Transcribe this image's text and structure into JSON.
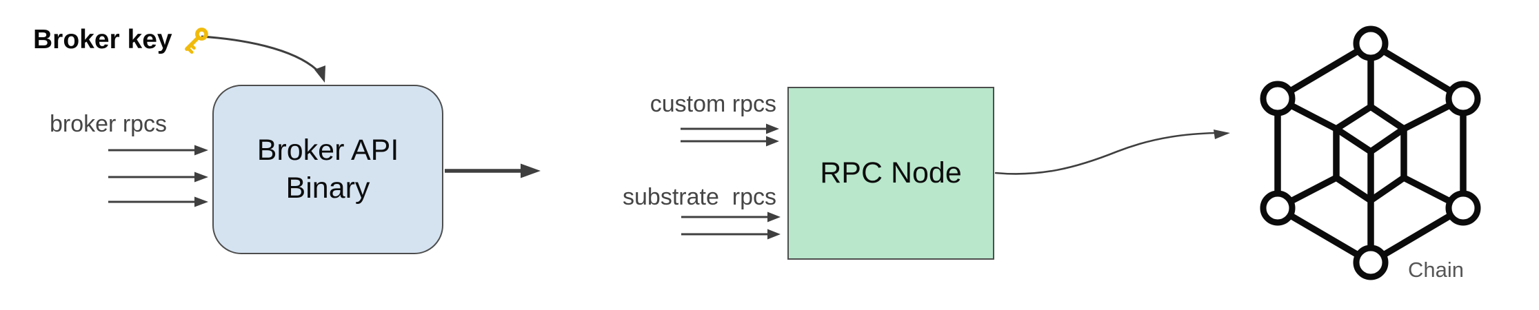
{
  "colors": {
    "bg": "#ffffff",
    "line": "#3f3f3f",
    "label-text": "#454545",
    "box-text": "#0d0d0d",
    "box-border": "#4d4d4d",
    "broker-box-fill": "#d5e3f1",
    "rpc-box-fill": "#b8e7cb",
    "icon-black": "#0b0b0b",
    "key-gold": "#f0bb0c",
    "chain-label": "#565656"
  },
  "labels": {
    "broker_key": "Broker key",
    "broker_rpcs": "broker rpcs",
    "custom_rpcs": "custom rpcs",
    "substrate_rpcs": "substrate  rpcs",
    "chain": "Chain"
  },
  "boxes": {
    "broker": {
      "line1": "Broker API",
      "line2": "Binary"
    },
    "rpc": {
      "title": "RPC Node"
    }
  },
  "icons": {
    "key": "key-icon",
    "chain": "blockchain-cube-icon"
  }
}
